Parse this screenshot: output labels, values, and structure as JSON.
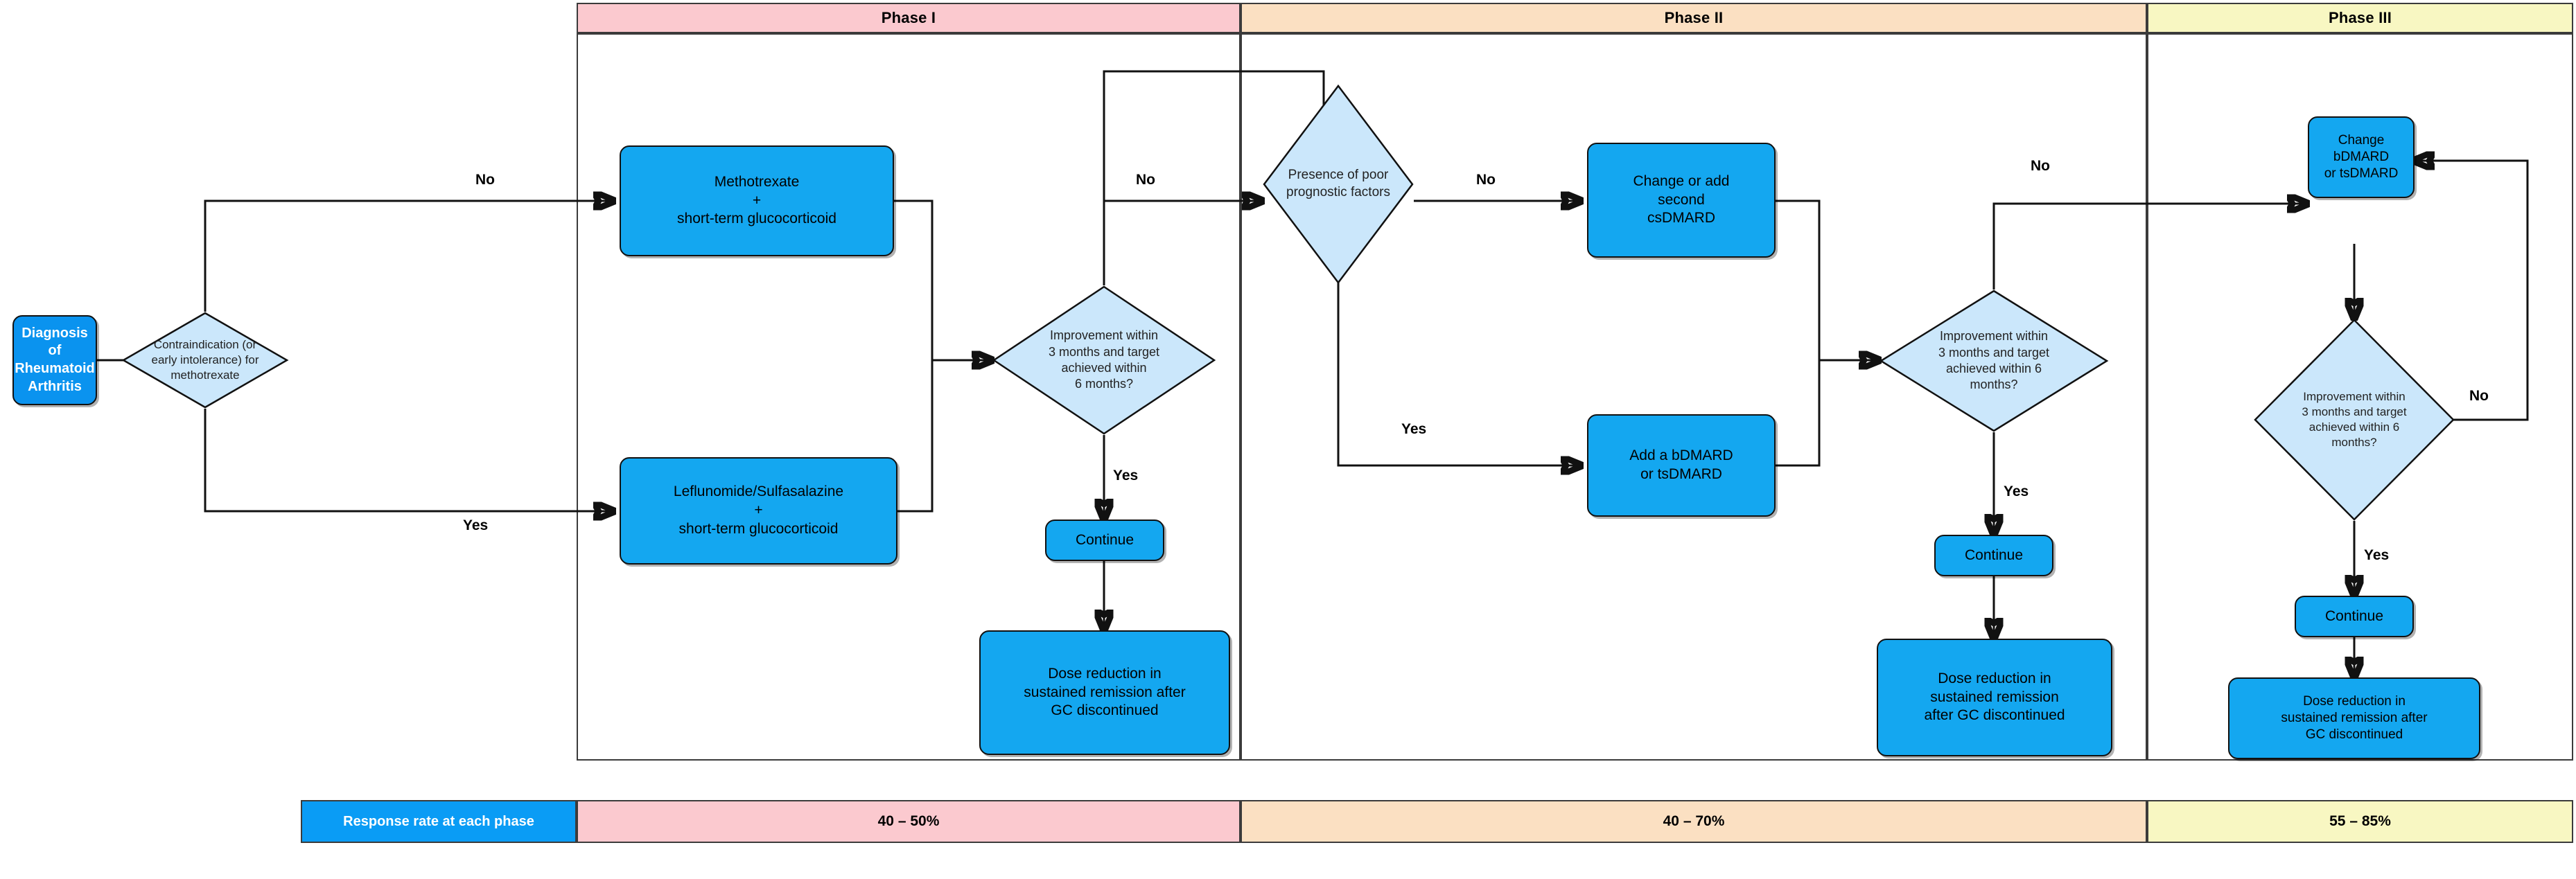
{
  "phases": [
    {
      "id": "phase-1",
      "label": "Phase I",
      "header_color": "#fbc9cf",
      "rate": "40 – 50%",
      "rate_color": "#fbc9cf"
    },
    {
      "id": "phase-2",
      "label": "Phase II",
      "header_color": "#fbe0c2",
      "rate": "40 – 70%",
      "rate_color": "#fbe0c2"
    },
    {
      "id": "phase-3",
      "label": "Phase III",
      "header_color": "#f8f7c2",
      "rate": "55 – 85%",
      "rate_color": "#f8f7c2"
    }
  ],
  "footer": {
    "label": "Response rate at each phase",
    "label_color": "#0a9cf5"
  },
  "colors": {
    "process_fill": "#14a7f0",
    "decision_fill": "#cbe7fb",
    "stroke": "#111111",
    "frame": "#3b3b3b"
  },
  "nodes": {
    "start": {
      "text": "Diagnosis of\nRheumatoid\nArthritis"
    },
    "contraindication": {
      "text": "Contraindication (or\nearly intolerance) for\nmethotrexate"
    },
    "methotrexate": {
      "text": "Methotrexate\n+\nshort-term glucocorticoid"
    },
    "leflunomide": {
      "text": "Leflunomide/Sulfasalazine\n+\nshort-term glucocorticoid"
    },
    "improve1": {
      "text": "Improvement within\n3 months and target\nachieved within\n6 months?"
    },
    "continue1": {
      "text": "Continue"
    },
    "dose1": {
      "text": "Dose reduction in\nsustained remission after\nGC discontinued"
    },
    "poor_prognostic": {
      "text": "Presence of poor\nprognostic factors"
    },
    "change_csdmard": {
      "text": "Change or add\nsecond\ncsDMARD"
    },
    "add_bdmard": {
      "text": "Add a bDMARD\nor tsDMARD"
    },
    "improve2": {
      "text": "Improvement within\n3 months and target\nachieved within 6\nmonths?"
    },
    "continue2": {
      "text": "Continue"
    },
    "dose2": {
      "text": "Dose reduction in\nsustained remission\nafter GC discontinued"
    },
    "change_bdmard": {
      "text": "Change bDMARD\nor tsDMARD"
    },
    "improve3": {
      "text": "Improvement within\n3 months and target\nachieved within 6\nmonths?"
    },
    "continue3": {
      "text": "Continue"
    },
    "dose3": {
      "text": "Dose reduction in\nsustained remission after\nGC discontinued"
    }
  },
  "edge_labels": {
    "contra_no": "No",
    "contra_yes": "Yes",
    "improve1_no": "No",
    "improve1_yes": "Yes",
    "poor_no": "No",
    "poor_yes": "Yes",
    "improve2_no": "No",
    "improve2_yes": "Yes",
    "improve3_no": "No",
    "improve3_yes": "Yes"
  }
}
